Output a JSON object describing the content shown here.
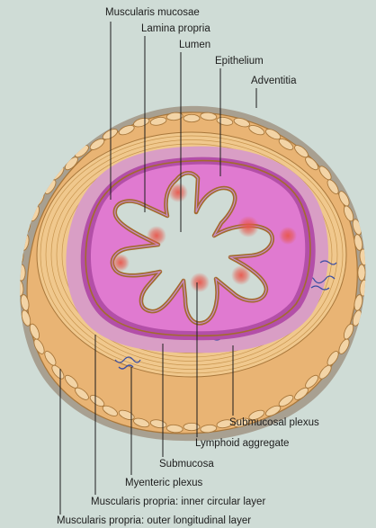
{
  "labels": {
    "muscularis_mucosae": "Muscularis mucosae",
    "lamina_propria": "Lamina propria",
    "lumen": "Lumen",
    "epithelium": "Epithelium",
    "adventitia": "Adventitia",
    "submucosal_plexus": "Submucosal plexus",
    "lymphoid_aggregate": "Lymphoid aggregate",
    "submucosa": "Submucosa",
    "myenteric_plexus": "Myenteric plexus",
    "inner_circular_layer": "Muscularis propria: inner circular layer",
    "outer_longitudinal_layer": "Muscularis propria: outer longitudinal layer"
  },
  "colors": {
    "background": "#cfdcd6",
    "adventitia": "#a8a091",
    "muscle_outer": "#e9b474",
    "muscle_inner": "#f0c88d",
    "muscle_line": "#a8773b",
    "submucosa": "#d99ec5",
    "mucosa": "#b34fa8",
    "lamina_propria": "#e07ad0",
    "epithelium_line": "#a36a2d",
    "lumen": "#cfdbd5",
    "lymphoid": "#e8574c",
    "plexus": "#3d4fa3"
  }
}
